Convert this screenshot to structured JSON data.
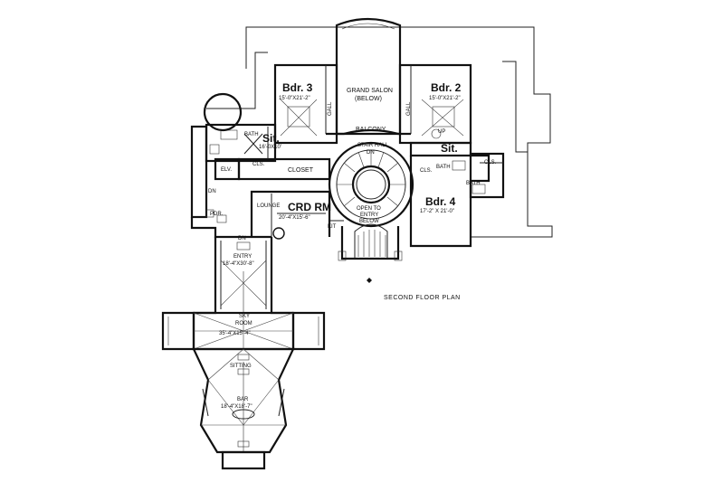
{
  "plan": {
    "title": "SECOND FLOOR PLAN",
    "rooms": {
      "bdr3": {
        "name": "Bdr. 3",
        "dims": "15'-0\"X21'-2\""
      },
      "bdr2": {
        "name": "Bdr. 2",
        "dims": "15'-0\"X21'-2\""
      },
      "bdr4": {
        "name": "Bdr. 4",
        "dims": "17'-2\" X 21'-0\""
      },
      "grand_salon": {
        "line1": "GRAND SALON",
        "line2": "(BELOW)"
      },
      "balcony": "BALCONY",
      "gall_left": "GALL",
      "gall_right": "GALL",
      "sit_left": {
        "name": "Sit.",
        "dims": "16'-0X10'"
      },
      "sit_right": {
        "name": "Sit."
      },
      "bath_left": "BATH",
      "bath_right": "BATH",
      "bath_right2": "BATH",
      "cls1": "CLS.",
      "cls2": "CLS.",
      "cls3": "CLS.",
      "elv": "ELV.",
      "closet": "CLOSET",
      "dn_left": "DN",
      "pdr": "PDR.",
      "lounge": "LOUNGE",
      "crd": {
        "name": "CRD RM",
        "dims": "20'-4\"X15'-6\""
      },
      "kit": "KIT",
      "stair_hall": {
        "line1": "STAIR HALL"
      },
      "dn_stair": "DN",
      "open_to_entry": {
        "line1": "OPEN TO",
        "line2": "ENTRY",
        "line3": "BELOW"
      },
      "entry": {
        "dn": "DN",
        "name": "ENTRY",
        "dims": "18'-4\"X30'-8\""
      },
      "sky_room": {
        "line1": "SKY",
        "line2": "ROOM",
        "dims": "35'-4\"X15'-4\""
      },
      "sitting": "SITTING",
      "bar": {
        "name": "BAR",
        "dims": "18'-4\"X18'-7\""
      },
      "up": "UP"
    }
  }
}
